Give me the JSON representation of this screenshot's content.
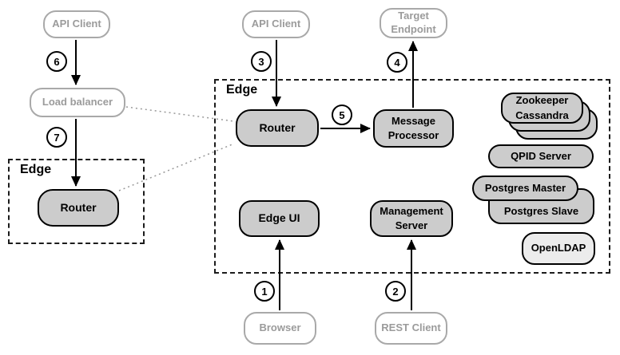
{
  "groups": {
    "edge_main": {
      "label": "Edge"
    },
    "edge_left": {
      "label": "Edge"
    }
  },
  "nodes": {
    "api_client_left": {
      "label": "API Client"
    },
    "load_balancer": {
      "label": "Load balancer"
    },
    "router_left": {
      "label": "Router"
    },
    "api_client_center": {
      "label": "API Client"
    },
    "target_endpoint": {
      "label": "Target\nEndpoint"
    },
    "router_main": {
      "label": "Router"
    },
    "message_processor": {
      "label": "Message\nProcessor"
    },
    "edge_ui": {
      "label": "Edge UI"
    },
    "management_server": {
      "label": "Management\nServer"
    },
    "zookeeper_cassandra": {
      "label": "Zookeeper\nCassandra"
    },
    "qpid_server": {
      "label": "QPID Server"
    },
    "postgres_master": {
      "label": "Postgres Master"
    },
    "postgres_slave": {
      "label": "Postgres Slave"
    },
    "openldap": {
      "label": "OpenLDAP"
    },
    "browser": {
      "label": "Browser"
    },
    "rest_client": {
      "label": "REST Client"
    }
  },
  "steps": {
    "s1": "1",
    "s2": "2",
    "s3": "3",
    "s4": "4",
    "s5": "5",
    "s6": "6",
    "s7": "7"
  },
  "colors": {
    "node_fill": "#cccccc",
    "node_border": "#000000",
    "light_border": "#a9a9a9",
    "light_text": "#9b9b9b",
    "openldap_fill": "#ececec",
    "dotted_link": "#999999"
  }
}
